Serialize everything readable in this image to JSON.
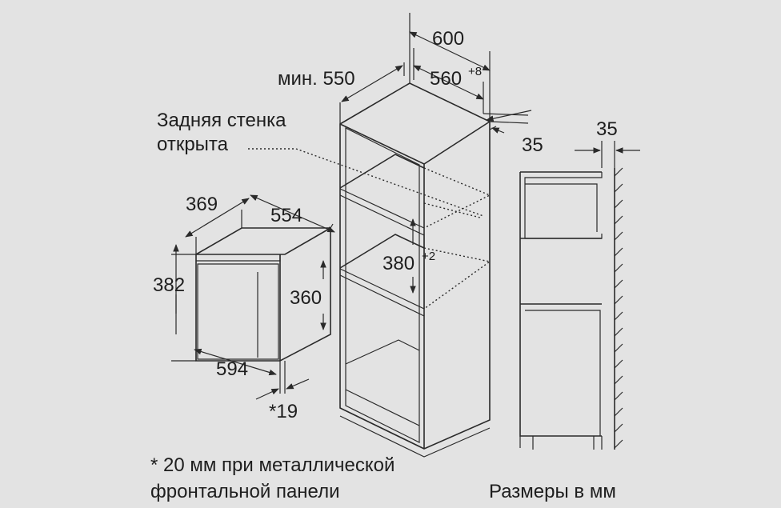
{
  "labels": {
    "back_wall_line1": "Задняя стенка",
    "back_wall_line2": "открыта",
    "min_depth": "мин. 550",
    "width_600": "600",
    "width_560": "560",
    "width_560_tol": "+8",
    "gap_35_right": "35",
    "gap_35_side": "35",
    "oven_depth": "369",
    "oven_width": "554",
    "oven_height": "382",
    "oven_inner_height": "360",
    "oven_front_width": "594",
    "frame_19": "*19",
    "niche_height": "380",
    "niche_height_tol": "+2",
    "footnote_line1": "* 20 мм при металлической",
    "footnote_line2": "фронтальной панели",
    "units_note": "Размеры в мм"
  }
}
